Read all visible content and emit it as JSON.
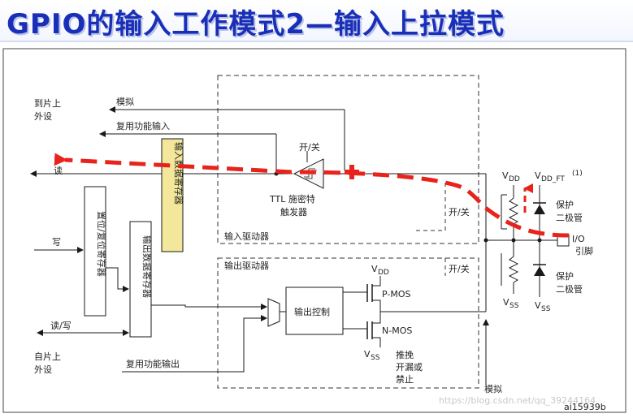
{
  "title": "GPIO的输入工作模式2—输入上拉模式",
  "labels": {
    "to_chip_1": "到片上",
    "to_chip_2": "外设",
    "analog": "模拟",
    "alt_in": "复用功能输入",
    "read": "读",
    "write": "写",
    "readwrite": "读/写",
    "from_chip_1": "自片上",
    "from_chip_2": "外设",
    "alt_out": "复用功能输出",
    "onoff_1": "开/关",
    "onoff_2": "开/关",
    "onoff_3": "开/关",
    "ttl_1": "TTL 施密特",
    "ttl_2": "触发器",
    "in_driver": "输入驱动器",
    "out_driver": "输出驱动器",
    "in_reg": "输入数据寄存器",
    "bsrr": "置位/复位寄存器",
    "out_reg": "输出数据寄存器",
    "out_ctrl": "输出控制",
    "pmos": "P-MOS",
    "nmos": "N-MOS",
    "vdd": "V",
    "vdd_sub": "DD",
    "vss": "V",
    "vss_sub": "SS",
    "vddft_sub": "DD_FT",
    "vddft_sup": "(1)",
    "protect_1a": "保护",
    "protect_1b": "二极管",
    "protect_2a": "保护",
    "protect_2b": "二极管",
    "io_1": "I/O",
    "io_2": "引脚",
    "pushpull_1": "推挽",
    "pushpull_2": "开漏或",
    "pushpull_3": "禁止",
    "analog_bottom": "模拟",
    "fig_id": "ai15939b",
    "watermark": "https://blog.csdn.net/qq_39244164"
  },
  "colors": {
    "title": "#1a2fb8",
    "path_highlight": "#e8231b",
    "line": "#1a1a1a",
    "register_fill": "#f2e79a"
  }
}
